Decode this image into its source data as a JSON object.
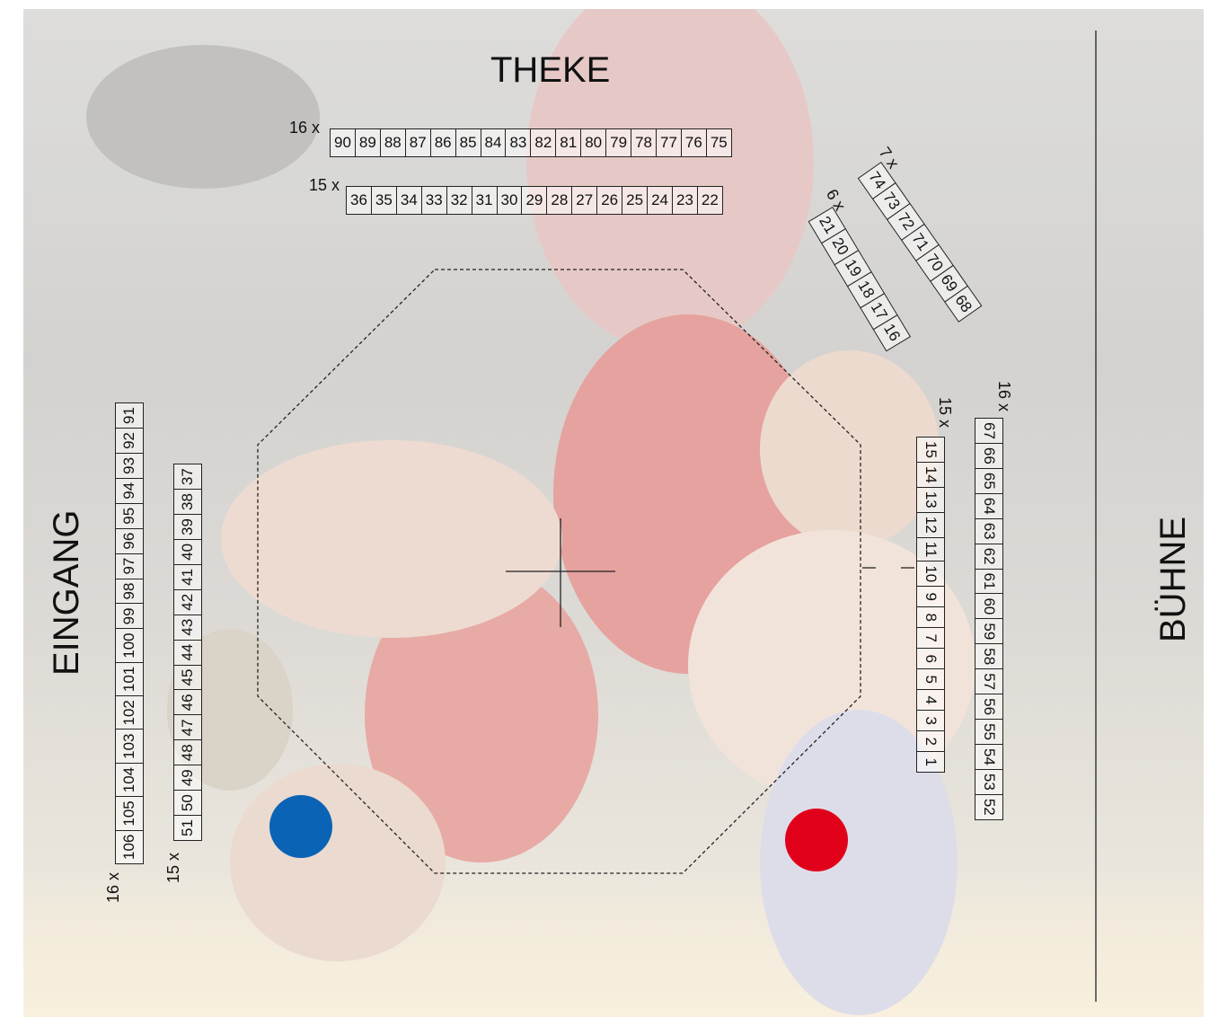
{
  "labels": {
    "top": "THEKE",
    "left": "EINGANG",
    "right": "BÜHNE"
  },
  "rows": [
    {
      "id": "row-75-90",
      "count_label": "16 x",
      "seats": [
        "90",
        "89",
        "88",
        "87",
        "86",
        "85",
        "84",
        "83",
        "82",
        "81",
        "80",
        "79",
        "78",
        "77",
        "76",
        "75"
      ]
    },
    {
      "id": "row-22-36",
      "count_label": "15 x",
      "seats": [
        "36",
        "35",
        "34",
        "33",
        "32",
        "31",
        "30",
        "29",
        "28",
        "27",
        "26",
        "25",
        "24",
        "23",
        "22"
      ]
    },
    {
      "id": "row-68-74",
      "count_label": "7 x",
      "seats": [
        "74",
        "73",
        "72",
        "71",
        "70",
        "69",
        "68"
      ]
    },
    {
      "id": "row-16-21",
      "count_label": "6 x",
      "seats": [
        "21",
        "20",
        "19",
        "18",
        "17",
        "16"
      ]
    },
    {
      "id": "row-91-106",
      "count_label": "16 x",
      "seats": [
        "106",
        "105",
        "104",
        "103",
        "102",
        "101",
        "100",
        "99",
        "98",
        "97",
        "96",
        "95",
        "94",
        "93",
        "92",
        "91"
      ]
    },
    {
      "id": "row-37-51",
      "count_label": "15 x",
      "seats": [
        "51",
        "50",
        "49",
        "48",
        "47",
        "46",
        "45",
        "44",
        "43",
        "42",
        "41",
        "40",
        "39",
        "38",
        "37"
      ]
    },
    {
      "id": "row-1-15",
      "count_label": "15 x",
      "seats": [
        "15",
        "14",
        "13",
        "12",
        "11",
        "10",
        "9",
        "8",
        "7",
        "6",
        "5",
        "4",
        "3",
        "2",
        "1"
      ]
    },
    {
      "id": "row-52-67",
      "count_label": "16 x",
      "seats": [
        "67",
        "66",
        "65",
        "64",
        "63",
        "62",
        "61",
        "60",
        "59",
        "58",
        "57",
        "56",
        "55",
        "54",
        "53",
        "52"
      ]
    }
  ],
  "corners": [
    {
      "id": "blue",
      "color": "#0b63b5"
    },
    {
      "id": "red",
      "color": "#e1001a"
    }
  ],
  "colors": {
    "line": "#222222",
    "mat_outline": "#222222"
  }
}
